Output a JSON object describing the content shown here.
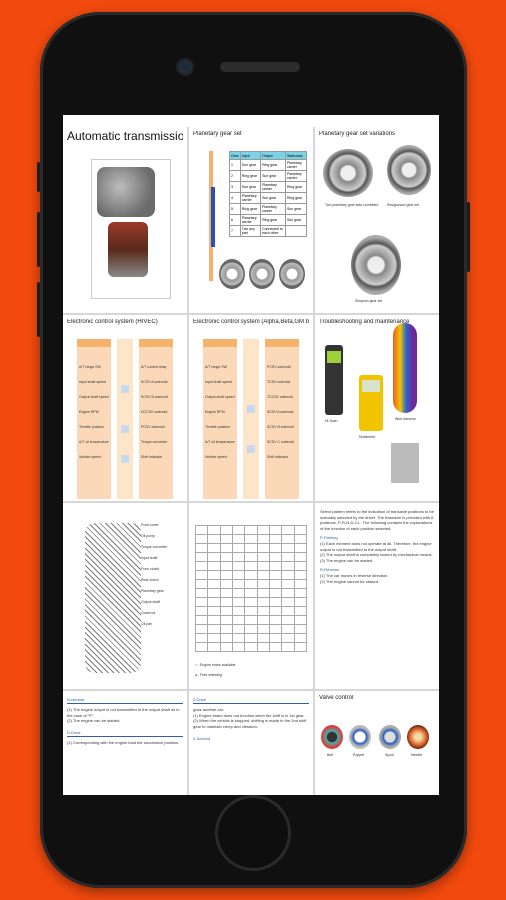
{
  "tiles": [
    {
      "title": "Automatic transmission"
    },
    {
      "title": "Planetary gear set",
      "table_rows": [
        [
          "Gear",
          "Input",
          "Output",
          "Stationary"
        ],
        [
          "1",
          "Sun gear",
          "Ring gear",
          "Planetary carrier"
        ],
        [
          "2",
          "Ring gear",
          "Sun gear",
          "Planetary carrier"
        ],
        [
          "3",
          "Sun gear",
          "Planetary carrier",
          "Ring gear"
        ],
        [
          "4",
          "Planetary carrier",
          "Sun gear",
          "Ring gear"
        ],
        [
          "5",
          "Ring gear",
          "Planetary carrier",
          "Sun gear"
        ],
        [
          "6",
          "Planetary carrier",
          "Ring gear",
          "Sun gear"
        ],
        [
          "7",
          "Two any part",
          "Connected to each other",
          ""
        ]
      ]
    },
    {
      "title": "Planetary gear set variations",
      "labels": [
        "Two planetary gear sets combined",
        "Ravigneaux gear set",
        "Simpson gear set"
      ]
    },
    {
      "title": "Electronic control system (HIVEC)",
      "inputs": [
        "A/T range SW",
        "Input shaft speed",
        "Output shaft speed",
        "Engine RPM",
        "Throttle position",
        "A/T oil temperature",
        "Vehicle speed"
      ],
      "outputs": [
        "A/T control relay",
        "SCSV A solenoid",
        "SCSV B solenoid",
        "DCCSV solenoid",
        "PCSV solenoid",
        "Torque converter",
        "Shift indicator"
      ]
    },
    {
      "title": "Electronic control system (Alpha,Beta,GM below)",
      "inputs": [
        "A/T range SW",
        "Input shaft speed",
        "Output shaft speed",
        "Engine RPM",
        "Throttle position",
        "A/T oil temperature",
        "Vehicle speed"
      ],
      "outputs": [
        "PCSV solenoid",
        "TCSV solenoid",
        "TCCSV solenoid",
        "SCSV A solenoid",
        "SCSV B solenoid",
        "SCSV C solenoid",
        "Shift indicator"
      ]
    },
    {
      "title": "Troubleshooting and maintenance",
      "labels": [
        "Hi-Scan",
        "Multimeter",
        "Wire harness"
      ]
    },
    {
      "title": "",
      "callouts": [
        "Front cover",
        "Oil pump",
        "Torque converter",
        "Input shaft",
        "Front clutch",
        "Rear clutch",
        "Planetary gear",
        "Output shaft",
        "Governor",
        "Oil pan"
      ]
    },
    {
      "title": "",
      "legend": [
        "○ : Engine brake available",
        "● : Free wheeling"
      ]
    },
    {
      "title": "",
      "intro": "Select pattern refers to the indication of transaxle positions to be manually selected by the driver. The transaxle is provided with 6 positions, P-R-N-D-2-L. The following contains the explanations of the function of each position selected.",
      "sections": [
        {
          "head": "P-Parking",
          "lines": [
            "(1) Each element does not operate at all. Therefore, the engine output is not transmitted to the output shaft.",
            "(2) The output shaft is completely locked by mechanical means.",
            "(3) The engine can be started."
          ]
        },
        {
          "head": "R-Reverse",
          "lines": [
            "(1) The car moves in reverse direction.",
            "(2) The engine cannot be started."
          ]
        }
      ]
    },
    {
      "title": "",
      "sections": [
        {
          "head": "N-Neutral",
          "lines": [
            "(1) The engine output is not transmitted to the output shaft as in the case of \"P\".",
            "(2) The engine can be started."
          ]
        },
        {
          "head": "D-Drive",
          "lines": [
            "(1) Corresponding with the engine load the successive position."
          ]
        }
      ]
    },
    {
      "title": "",
      "sections": [
        {
          "head": "2-Drive",
          "lines": [
            "goes another car.",
            "(1) Engine brake does not function when the shift is in 1st gear.",
            "(2) When the vehicle is stopped, shifting is made to the 2nd shift gear to maintain creep and vibration."
          ]
        },
        {
          "head": "2-Second",
          "lines": []
        }
      ]
    },
    {
      "title": "Valve control",
      "labels": [
        "Ball",
        "Poppet",
        "Spool",
        "Needle"
      ]
    }
  ]
}
